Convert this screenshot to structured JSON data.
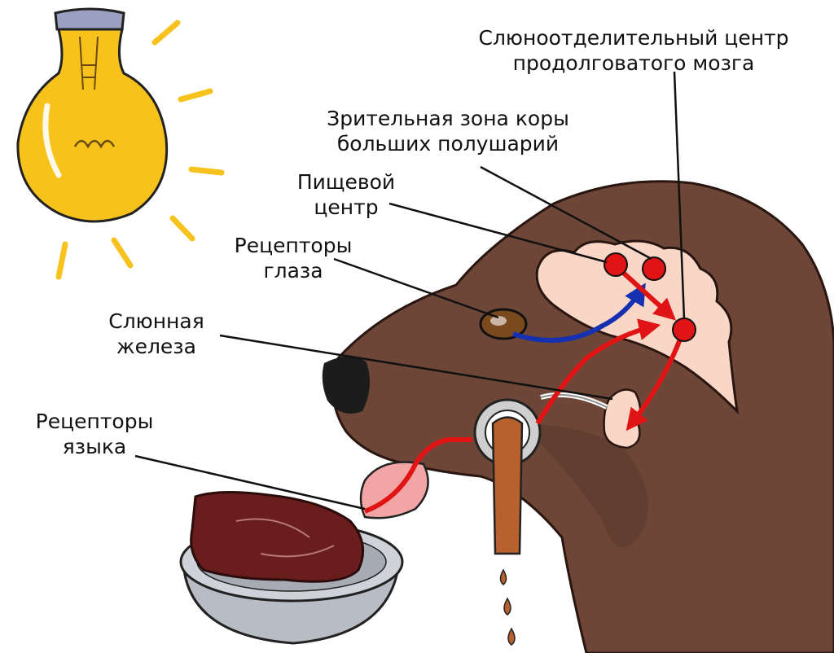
{
  "labels": {
    "salivary_center": [
      "Слюноотделительный центр",
      "продолговатого  мозга"
    ],
    "visual_zone": [
      "Зрительная зона коры",
      "больших полушарий"
    ],
    "food_center": [
      "Пищевой",
      "центр"
    ],
    "eye_receptors": [
      "Рецепторы",
      "глаза"
    ],
    "salivary_gland": [
      "Слюнная",
      "железа"
    ],
    "tongue_receptors": [
      "Рецепторы",
      "языка"
    ]
  },
  "colors": {
    "dog": "#6e4637",
    "brain": "#f9d6c6",
    "bulb": "#f6c21b",
    "afferent_path": "#e01414",
    "visual_path": "#1530b0",
    "saliva": "#b8602e",
    "bowl": "#b8bcc4",
    "meat": "#6a1d1d"
  },
  "icons": [
    "light-bulb-icon",
    "dog-head",
    "brain",
    "bowl",
    "meat",
    "saliva-tube"
  ]
}
